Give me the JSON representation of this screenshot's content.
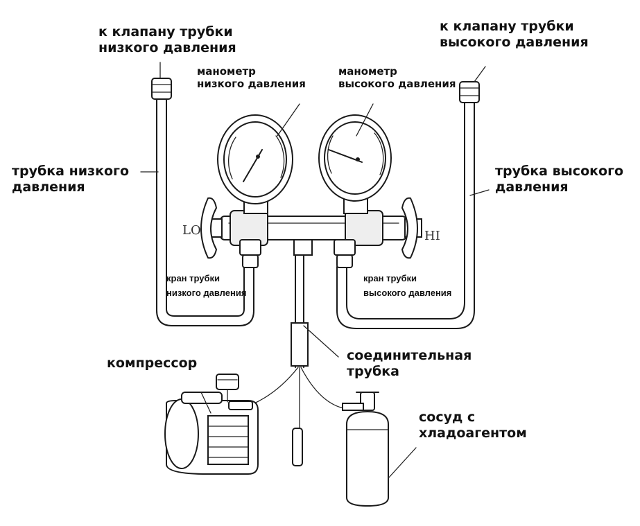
{
  "labels": {
    "low_valve_line1": "к клапану трубки",
    "low_valve_line2": "низкого давления",
    "high_valve_line1": "к клапану трубки",
    "high_valve_line2": "высокого давления",
    "low_gauge_line1": "манометр",
    "low_gauge_line2": "низкого давления",
    "high_gauge_line1": "манометр",
    "high_gauge_line2": "высокого давления",
    "low_tube_line1": "трубка низкого",
    "low_tube_line2": "давления",
    "high_tube_line1": "трубка высокого",
    "high_tube_line2": "давления",
    "low_tap_line1": "кран трубки",
    "low_tap_line2": "низкого давления",
    "high_tap_line1": "кран трубки",
    "high_tap_line2": "высокого давления",
    "connecting_tube_line1": "соединительная",
    "connecting_tube_line2": "трубка",
    "compressor": "компрессор",
    "vessel_line1": "сосуд с",
    "vessel_line2": "хладоагентом"
  },
  "manifold_marks": {
    "low_side": "LO",
    "high_side": "HI"
  }
}
